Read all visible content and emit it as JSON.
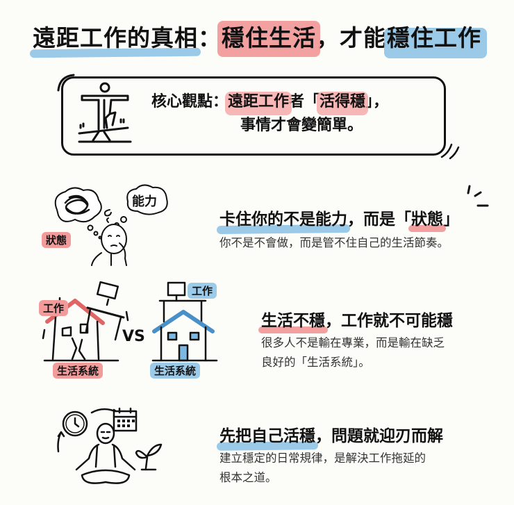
{
  "title": {
    "part1": "遠距工作的真相",
    "colon": "：",
    "part2": "穩住生活",
    "comma": "，才能",
    "part3": "穩住工作"
  },
  "core": {
    "label": "核心觀點：",
    "highlight1": "遠距工作",
    "mid": "者「",
    "highlight2": "活得穩",
    "end": "」，",
    "line2": "事情才會變簡單。"
  },
  "section1": {
    "illustration_tags": {
      "state": "狀態",
      "ability": "能力"
    },
    "heading_highlight": "卡住你的不是能力",
    "heading_mid": "，而是「",
    "heading_highlight2": "狀態",
    "heading_end": "」",
    "body": "你不是不會做，而是管不住自己的生活節奏。"
  },
  "section2": {
    "illustration_tags": {
      "work_left": "工作",
      "system_left": "生活系統",
      "vs": "VS",
      "work_right": "工作",
      "system_right": "生活系統"
    },
    "heading_highlight": "生活不穩",
    "heading_rest": "，工作就不可能穩",
    "body_line1": "很多人不是輸在專業，而是輸在缺乏",
    "body_line2": "良好的「生活系統」。"
  },
  "section3": {
    "heading_highlight": "先把自己活穩",
    "heading_rest": "，問題就迎刃而解",
    "body_line1": "建立穩定的日常規律，是解決工作拖延的",
    "body_line2": "根本之道。"
  },
  "colors": {
    "background": "#fcfcf9",
    "accent_blue": "#8fc4e6",
    "accent_red": "#f09090",
    "ink": "#111111"
  }
}
